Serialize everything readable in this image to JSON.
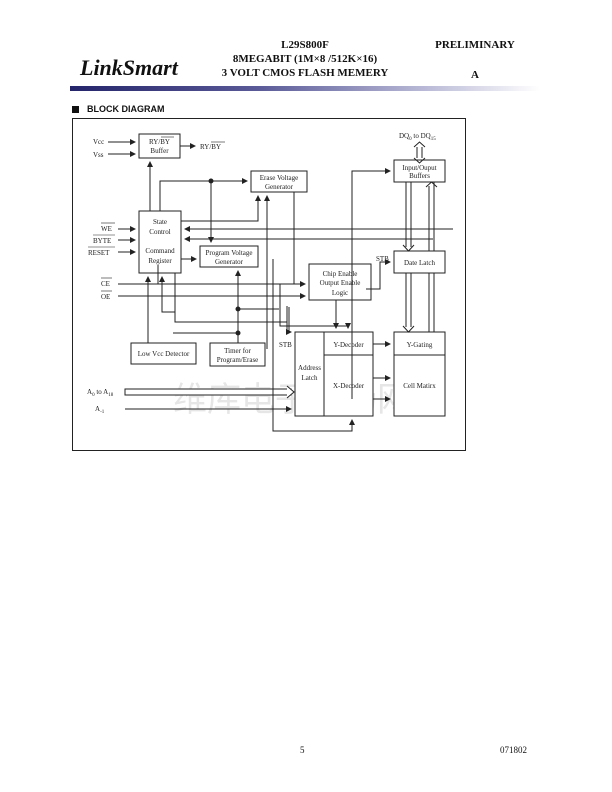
{
  "header": {
    "logo": "LinkSmart",
    "part_number": "L29S800F",
    "density": "8MEGABIT (1M×8 /512K×16)",
    "description": "3 VOLT CMOS FLASH MEMERY",
    "status": "PRELIMINARY",
    "revision": "A",
    "bar_color_start": "#24246b"
  },
  "section": {
    "title": "BLOCK DIAGRAM"
  },
  "diagram": {
    "blocks": {
      "rybuffer_l1": "RY/BY",
      "rybuffer_l2": "Buffer",
      "state_l1": "State",
      "state_l2": "Control",
      "cmd_l1": "Command",
      "cmd_l2": "Register",
      "erase_l1": "Erase Voltage",
      "erase_l2": "Generator",
      "prog_l1": "Program Voltage",
      "prog_l2": "Generator",
      "ce_l1": "Chip Enable",
      "ce_l2": "Output Enable",
      "ce_l3": "Logic",
      "io_l1": "Input/Ouput",
      "io_l2": "Buffers",
      "datelatch": "Date Latch",
      "ygating": "Y-Gating",
      "cellmatrix": "Cell Matirx",
      "ydecoder": "Y-Decoder",
      "xdecoder": "X-Decoder",
      "addr_l1": "Address",
      "addr_l2": "Latch",
      "lowvcc": "Low Vcc Detector",
      "timer_l1": "Timer for",
      "timer_l2": "Program/Erase"
    },
    "signals": {
      "vcc": "Vcc",
      "vss": "Vss",
      "ryby_out": "RY/BY",
      "we": "WE",
      "byte": "BYTE",
      "reset": "RESET",
      "ce": "CE",
      "oe": "OE",
      "dq_a": "DQ",
      "dq_sub0": "0",
      "dq_to": " to DQ",
      "dq_sub15": "15",
      "addr_a": "A",
      "addr_sub0": "0",
      "addr_to": " to A",
      "addr_sub18": "18",
      "am1_a": "A",
      "am1_sub": "-1",
      "stb1": "STB",
      "stb2": "STB"
    },
    "watermark": "维库电子市场网"
  },
  "footer": {
    "page": "5",
    "date": "071802"
  }
}
